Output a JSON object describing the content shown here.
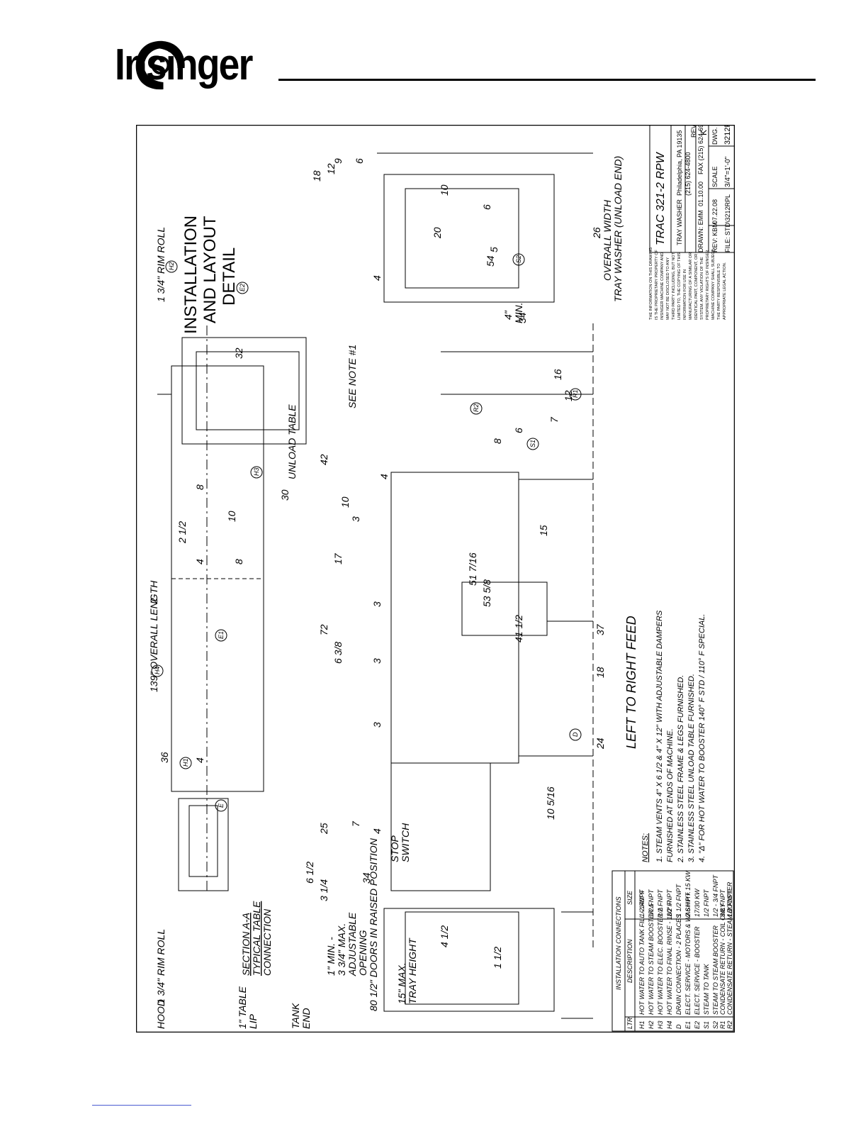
{
  "brand": {
    "name": "Insinger"
  },
  "drawing": {
    "title": [
      "INSTALLATION",
      "AND LAYOUT",
      "DETAIL"
    ],
    "model": "TRAC 321-2 RPW",
    "subtitle": "TRAY WASHER",
    "address": "Philadelphia, PA 19135",
    "phone": "(215) 624-4800",
    "fax": "FAX (215) 624-6966",
    "drawn": "DRAWN: EMM",
    "drawn_date": "01.10.00",
    "rev_by": "REV: KBM",
    "rev_date": "07.22.08",
    "file": "FILE: STD\\3212RPL",
    "scale_label": "SCALE",
    "scale": "3/4\"=1'-0\"",
    "dwg_label": "DWG. NO.",
    "dwg_no": "3212RPL",
    "rev_label": "REV",
    "rev": "K",
    "proprietary": [
      "THE INFORMATION ON THIS DRAWING",
      "IS THE PROPRIETARY PROPERTY OF",
      "INSINGER MACHINE COMPANY AND",
      "MAY NOT BE DISCLOSED TO ANY",
      "THIRD PARTY INCLUDING, BUT NOT",
      "LIMITED TO, THE COPYING OF THIS",
      "INFORMATION FOR USE IN",
      "MANUFACTURING OF A SIMILAR OR",
      "IDENTICAL PART, COMPONENT, OR",
      "SYSTEM. ANY VIOLATION OF THE",
      "PROPRIETARY RIGHTS OF INSINGER",
      "MACHINE COMPANY SHALL SUBJECT",
      "THE PARTY RESPONSIBLE TO",
      "APPROPRIATE LEGAL ACTION."
    ]
  },
  "notes": {
    "heading": "NOTES:",
    "items": [
      "1.  STEAM VENTS 4\" X 6 1/2 & 4\" X 12\"  WITH ADJUSTABLE DAMPERS",
      "     FURNISHED AT ENDS OF MACHINE.",
      "2.  STAINLESS STEEL FRAME & LEGS FURNISHED.",
      "3.  STAINLESS STEEL UNLOAD TABLE FURNISHED.",
      "4.  \"Δ\"  FOR HOT WATER TO BOOSTER 140° F STD / 110° F SPECIAL."
    ]
  },
  "connections": {
    "title": "INSTALLATION  CONNECTIONS",
    "headers": [
      "LTR",
      "DESCRIPTION",
      "SIZE"
    ],
    "rows": [
      [
        "H1",
        "HOT WATER TO AUTO TANK FILL - 140° F",
        "1/2 FNPT"
      ],
      [
        "H2",
        "HOT WATER TO STEAM BOOSTER Δ",
        "1/2 FNPT"
      ],
      [
        "H3",
        "HOT WATER TO ELEC. BOOSTER Δ",
        "1/2 FNPT"
      ],
      [
        "H4",
        "HOT WATER TO FINAL RINSE - 180° F",
        "1/2 FNPT"
      ],
      [
        "D",
        "DRAIN CONNECTION - 2 PLACES",
        "1 1/2 FNPT"
      ],
      [
        "E1",
        "ELECT. SERVICE - MOTORS & WASH HT.",
        "2.6 HP + 15 KW"
      ],
      [
        "E2",
        "ELECT. SERVICE - BOOSTER",
        "17/30 KW"
      ],
      [
        "S1",
        "STEAM TO TANK",
        "1/2 FNPT"
      ],
      [
        "S2",
        "STEAM TO STEAM BOOSTER",
        "1/2 - 3/4 FNPT"
      ],
      [
        "R1",
        "CONDENSATE RETURN - COIL ONLY",
        "3/8 FNPT"
      ],
      [
        "R2",
        "CONDENSATE RETURN - STEAM BOOSTER",
        "1/2 FNPT"
      ]
    ]
  },
  "plan": {
    "overall": "139\" OVERALL  LENGTH",
    "rim_roll": "1 3/4\" RIM ROLL",
    "unload_table": "UNLOAD  TABLE",
    "dims": [
      "36",
      "4",
      "4",
      "2",
      "8",
      "8",
      "30",
      "10",
      "2 1/2",
      "32"
    ],
    "section_title": "SECTION  A-A",
    "section_sub": [
      "TYPICAL  TABLE",
      "CONNECTION"
    ],
    "hood": "HOOD",
    "table_lip": [
      "1\" TABLE",
      "LIP"
    ],
    "tank_end": [
      "TANK",
      "END"
    ]
  },
  "elevation": {
    "dims_top": [
      "25",
      "72",
      "42"
    ],
    "dims_mid": [
      "7",
      "4",
      "3",
      "3",
      "3",
      "4",
      "10",
      "4",
      "3",
      "17"
    ],
    "dims_low": [
      "6 3/8",
      "51 7/16",
      "53 5/8",
      "41 1/2",
      "15",
      "8",
      "6",
      "12",
      "16",
      "7"
    ],
    "dims_floor": [
      "24",
      "18",
      "37",
      "10 5/16"
    ],
    "see_note": "SEE  NOTE  #1",
    "stop_switch": [
      "STOP",
      "SWITCH"
    ],
    "feed": "LEFT  TO  RIGHT  FEED"
  },
  "end_load": {
    "doors": "80 1/2\" DOORS IN RAISED POSITION",
    "dim34": "34",
    "dims": [
      "6 1/2",
      "3 1/4",
      "4 1/2",
      "1 1/2"
    ],
    "adjustable": [
      "1\" MIN.  -",
      "3 3/4\" MAX.",
      "ADJUSTABLE",
      "OPENING"
    ],
    "tray": [
      "15\" MAX.",
      "TRAY HEIGHT"
    ]
  },
  "end_unload": {
    "dims_top": [
      "54",
      "20",
      "34"
    ],
    "min4": "4\"",
    "min": "MIN.",
    "dims_mid": [
      "18",
      "9",
      "12",
      "6",
      "10",
      "6",
      "5"
    ],
    "width": [
      "26",
      "OVERALL    WIDTH",
      "TRAY WASHER (UNLOAD END)"
    ]
  },
  "bubbles": [
    "H1",
    "H2",
    "H3",
    "H4",
    "E",
    "E1",
    "E2",
    "S1",
    "S2",
    "R1",
    "R2",
    "D"
  ]
}
